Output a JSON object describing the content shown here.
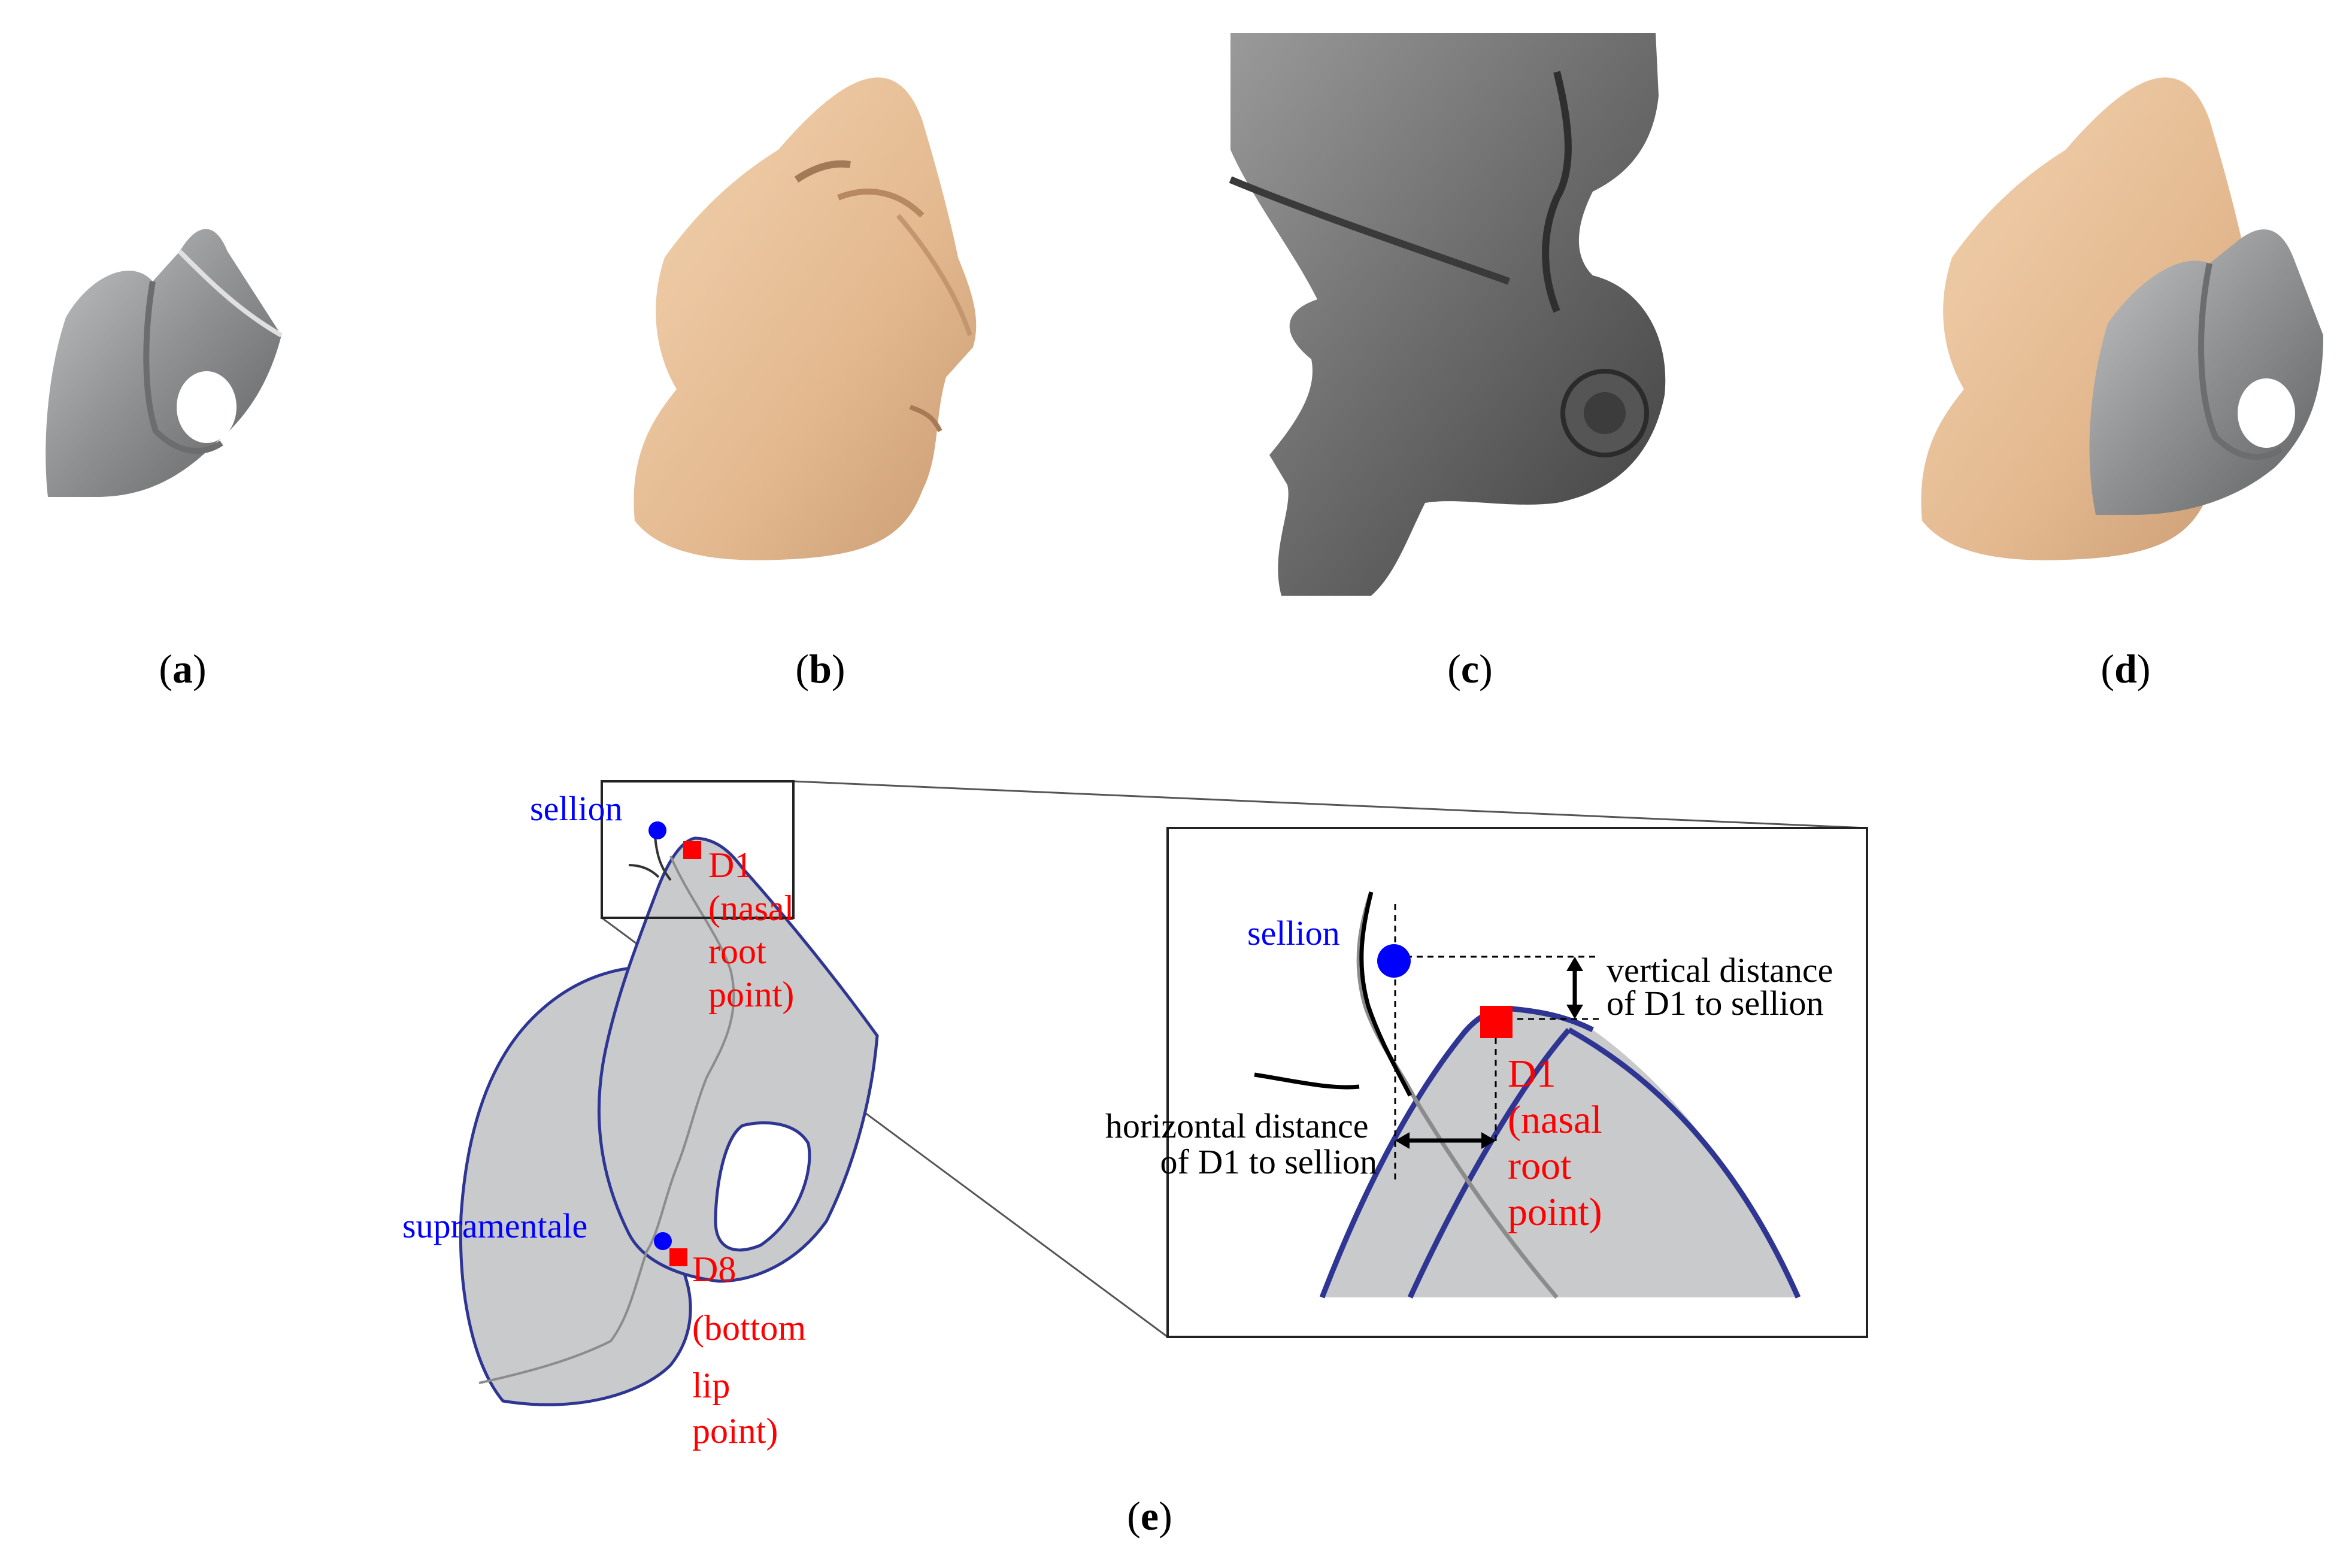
{
  "panels": {
    "a": {
      "label_open": "(",
      "letter": "a",
      "label_close": ")"
    },
    "b": {
      "label_open": "(",
      "letter": "b",
      "label_close": ")"
    },
    "c": {
      "label_open": "(",
      "letter": "c",
      "label_close": ")"
    },
    "d": {
      "label_open": "(",
      "letter": "d",
      "label_close": ")"
    },
    "e": {
      "label_open": "(",
      "letter": "e",
      "label_close": ")"
    }
  },
  "overview": {
    "sellion": "sellion",
    "d1_lines": [
      "D1",
      "(nasal",
      "root",
      "point)"
    ],
    "supramentale": "supramentale",
    "d8_lines": [
      "D8",
      "(bottom",
      "lip",
      "point)"
    ]
  },
  "zoom": {
    "sellion": "sellion",
    "vertical_lines": [
      "vertical  distance",
      "of D1 to sellion"
    ],
    "horizontal_lines": [
      "horizontal distance",
      "of D1 to sellion"
    ],
    "d1_lines": [
      "D1",
      "(nasal",
      "root",
      "point)"
    ]
  },
  "colors": {
    "mask_fill": "#c9cacc",
    "mask_outline": "#2e3592",
    "skin": "#e9c39c",
    "marker_blue": "#0000ff",
    "marker_red": "#ff0000"
  }
}
